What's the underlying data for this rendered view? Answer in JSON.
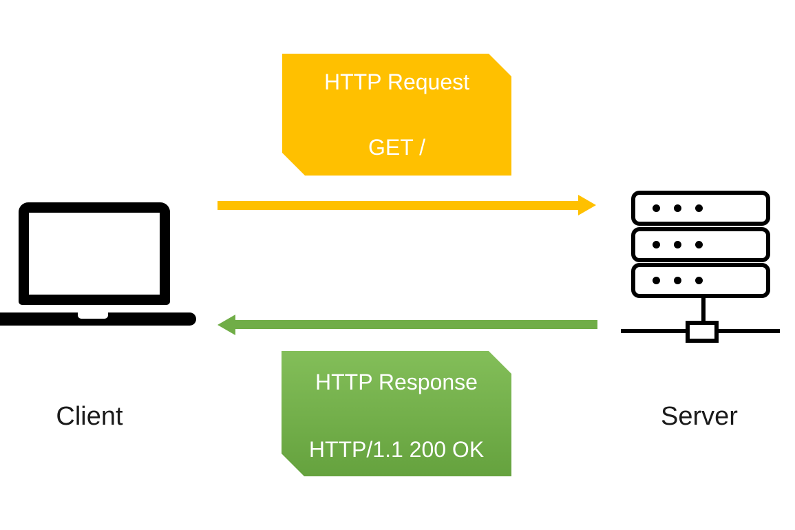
{
  "colors": {
    "gold": "#FFC000",
    "green": "#70AD47",
    "green_box_top": "#83BE59",
    "green_box_bottom": "#65A23E",
    "icon_black": "#000000",
    "text_white": "#FFFFFF",
    "label_black": "#1a1a1a",
    "background": "#FFFFFF"
  },
  "request_callout": {
    "title": "HTTP Request",
    "detail": "GET /"
  },
  "response_callout": {
    "title": "HTTP Response",
    "detail": "HTTP/1.1 200 OK"
  },
  "client": {
    "label": "Client"
  },
  "server": {
    "label": "Server"
  }
}
